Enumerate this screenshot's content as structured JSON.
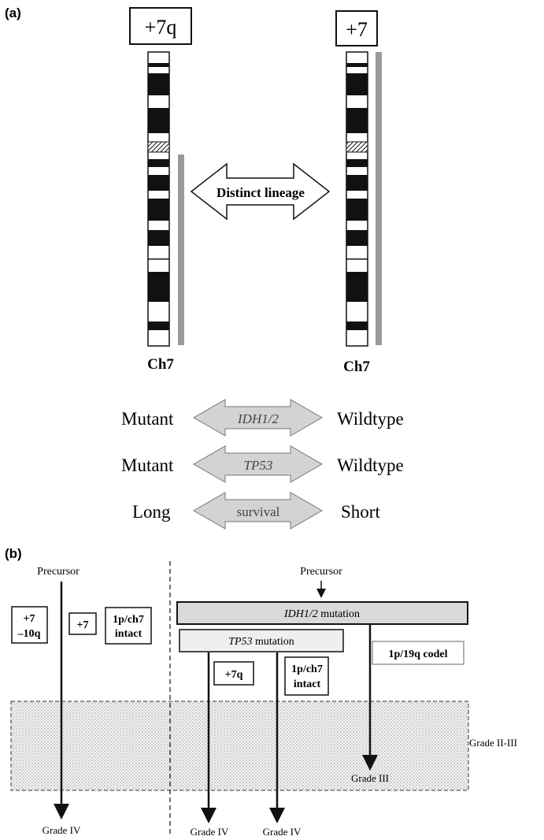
{
  "panel_a": {
    "label": "(a)",
    "left_box": "+7q",
    "right_box": "+7",
    "left_chrom_label": "Ch7",
    "right_chrom_label": "Ch7",
    "lineage_label": "Distinct lineage",
    "comparisons": [
      {
        "left": "Mutant",
        "center": "IDH1/2",
        "right": "Wildtype"
      },
      {
        "left": "Mutant",
        "center": "TP53",
        "right": "Wildtype"
      },
      {
        "left": "Long",
        "center": "survival",
        "right": "Short"
      }
    ]
  },
  "panel_b": {
    "label": "(b)",
    "precursor_left": "Precursor",
    "precursor_right": "Precursor",
    "box_plus7_minus10q_line1": "+7",
    "box_plus7_minus10q_line2": "–10q",
    "box_plus7": "+7",
    "box_1p_ch7_line1": "1p/ch7",
    "box_1p_ch7_line2": "intact",
    "idh_bar_gene": "IDH1/2",
    "idh_bar_suffix": " mutation",
    "tp53_bar_gene": "TP53",
    "tp53_bar_suffix": " mutation",
    "box_plus7q": "+7q",
    "box_1p_ch7_b_line1": "1p/ch7",
    "box_1p_ch7_b_line2": "intact",
    "box_1p19q": "1p/19q codel",
    "grade_region": "Grade II-III",
    "grade_iii": "Grade III",
    "grade_iv_1": "Grade IV",
    "grade_iv_2": "Grade IV",
    "grade_iv_3": "Grade IV"
  },
  "colors": {
    "black": "#111111",
    "gray_bar": "#9a9a9a",
    "arrow_fill": "#d3d3d3",
    "idh_fill": "#d9d9d9",
    "tp53_fill": "#efefef"
  }
}
